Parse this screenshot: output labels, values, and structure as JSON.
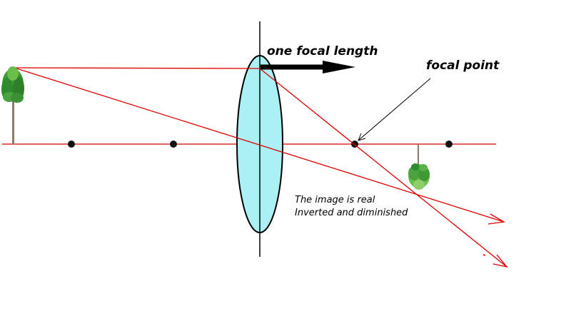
{
  "labels": {
    "focal_length": "one focal length",
    "focal_point": "focal point",
    "note_line1": "The image is real",
    "note_line2": "Inverted and diminished"
  },
  "colors": {
    "ray": "#dd0000",
    "lens_fill": "#aaf0f4",
    "outline": "#000000",
    "tree_trunk": "#8a7a66",
    "tree_foliage": "#2e8b2e",
    "tree_foliage_light": "#6abf4b"
  }
}
